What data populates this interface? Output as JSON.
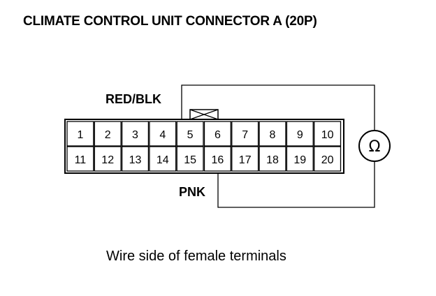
{
  "title": "CLIMATE CONTROL UNIT CONNECTOR A (20P)",
  "wires": {
    "top_label": "RED/BLK",
    "bottom_label": "PNK"
  },
  "meter": {
    "symbol": "Ω",
    "icon": "ohmmeter-icon"
  },
  "connector": {
    "rows": [
      [
        "1",
        "2",
        "3",
        "4",
        "5",
        "6",
        "7",
        "8",
        "9",
        "10"
      ],
      [
        "11",
        "12",
        "13",
        "14",
        "15",
        "16",
        "17",
        "18",
        "19",
        "20"
      ]
    ],
    "probe_pins": [
      "5",
      "16"
    ]
  },
  "caption": "Wire side of female terminals"
}
